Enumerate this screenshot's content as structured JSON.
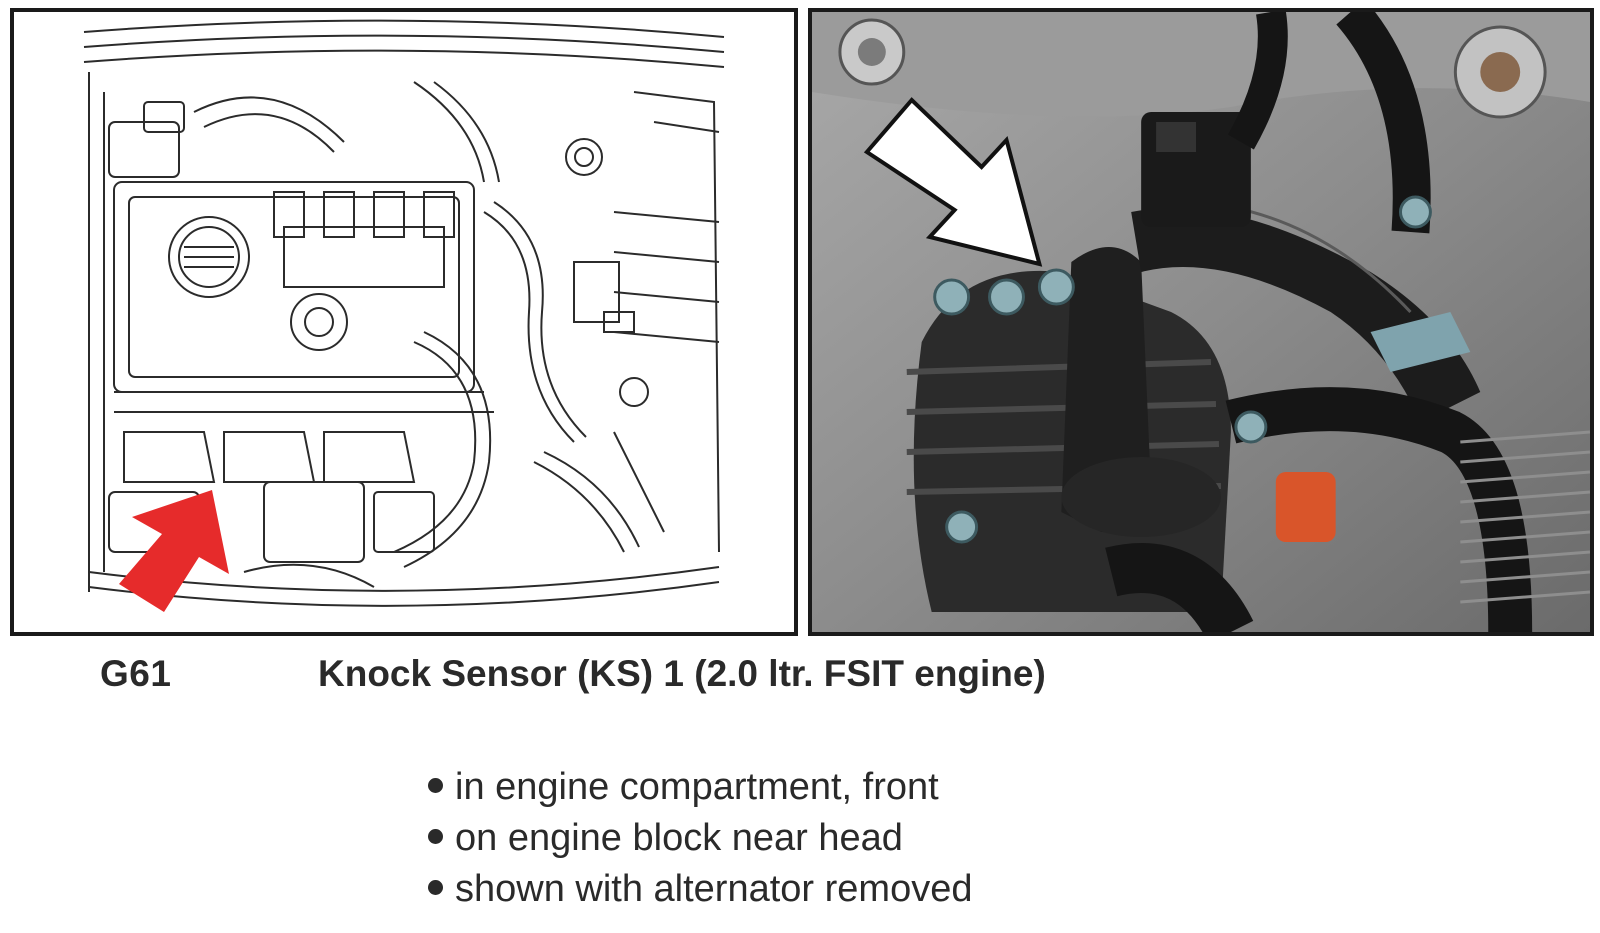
{
  "component": {
    "code": "G61",
    "title": "Knock Sensor (KS) 1 (2.0 ltr. FSIT engine)"
  },
  "location_notes": [
    "in engine compartment, front",
    "on engine block near head",
    "shown with alternator removed"
  ],
  "figures": {
    "left": {
      "icon": "engine-line-drawing",
      "arrow_color": "#e62b2b"
    },
    "right": {
      "icon": "engine-photo",
      "arrow_color": "#ffffff"
    }
  }
}
